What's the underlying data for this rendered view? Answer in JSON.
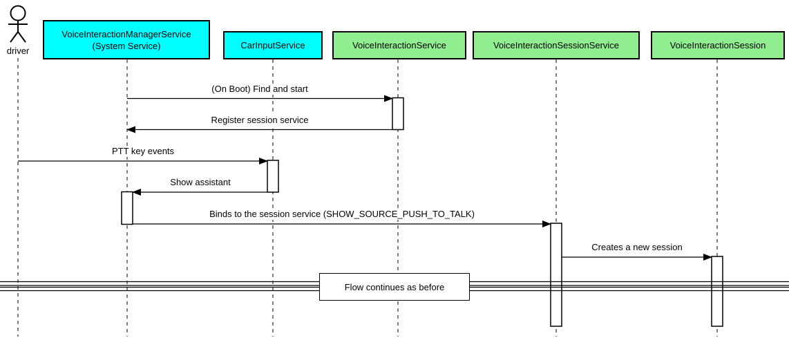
{
  "actor": {
    "label": "driver"
  },
  "participants": [
    {
      "label": "VoiceInteractionManagerService\n(System Service)",
      "color": "#00FFFF"
    },
    {
      "label": "CarInputService",
      "color": "#00FFFF"
    },
    {
      "label": "VoiceInteractionService",
      "color": "#90EE90"
    },
    {
      "label": "VoiceInteractionSessionService",
      "color": "#90EE90"
    },
    {
      "label": "VoiceInteractionSession",
      "color": "#90EE90"
    }
  ],
  "messages": [
    {
      "label": "(On Boot) Find and start",
      "from": "VoiceInteractionManagerService (System Service)",
      "to": "VoiceInteractionService"
    },
    {
      "label": "Register session service",
      "from": "VoiceInteractionService",
      "to": "VoiceInteractionManagerService (System Service)"
    },
    {
      "label": "PTT key events",
      "from": "driver",
      "to": "CarInputService"
    },
    {
      "label": "Show assistant",
      "from": "CarInputService",
      "to": "VoiceInteractionManagerService (System Service)"
    },
    {
      "label": "Binds to the session service (SHOW_SOURCE_PUSH_TO_TALK)",
      "from": "VoiceInteractionManagerService (System Service)",
      "to": "VoiceInteractionSessionService"
    },
    {
      "label": "Creates a new session",
      "from": "VoiceInteractionSessionService",
      "to": "VoiceInteractionSession"
    }
  ],
  "divider": {
    "label": "Flow continues as before"
  },
  "colors": {
    "participant_cyan": "#00FFFF",
    "participant_green": "#90EE90",
    "line": "#000000",
    "background": "#FFFFFF"
  }
}
